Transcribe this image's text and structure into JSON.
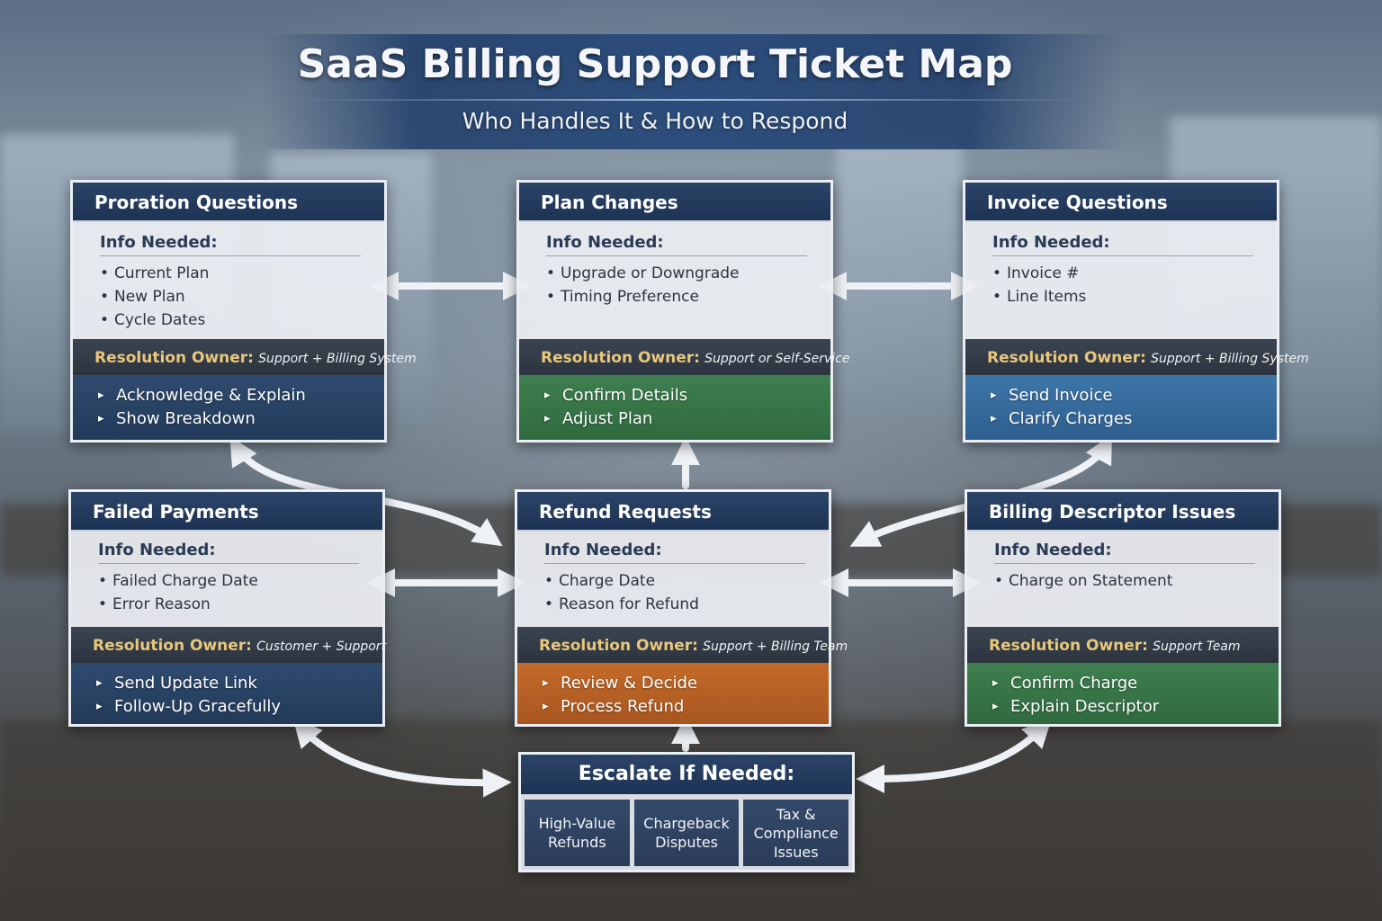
{
  "header": {
    "title": "SaaS Billing Support Ticket Map",
    "subtitle": "Who Handles It & How to Respond"
  },
  "colors": {
    "header_navy": "#1d3354",
    "owner_label": "#e9c77a",
    "action_navy": "#2f4b6e",
    "action_green": "#3f7f4f",
    "action_blue": "#3e76a8",
    "action_orange": "#c46a2a"
  },
  "cards": {
    "proration": {
      "title": "Proration Questions",
      "info_label": "Info Needed:",
      "info": [
        "Current Plan",
        "New Plan",
        "Cycle Dates"
      ],
      "owner_label": "Resolution Owner:",
      "owner": "Support + Billing System",
      "actions": [
        "Acknowledge & Explain",
        "Show Breakdown"
      ]
    },
    "plan_changes": {
      "title": "Plan Changes",
      "info_label": "Info Needed:",
      "info": [
        "Upgrade or Downgrade",
        "Timing Preference"
      ],
      "owner_label": "Resolution Owner:",
      "owner": "Support or Self-Service",
      "actions": [
        "Confirm Details",
        "Adjust Plan"
      ]
    },
    "invoice": {
      "title": "Invoice Questions",
      "info_label": "Info Needed:",
      "info": [
        "Invoice #",
        "Line Items"
      ],
      "owner_label": "Resolution Owner:",
      "owner": "Support + Billing System",
      "actions": [
        "Send Invoice",
        "Clarify Charges"
      ]
    },
    "failed_payments": {
      "title": "Failed Payments",
      "info_label": "Info Needed:",
      "info": [
        "Failed Charge Date",
        "Error Reason"
      ],
      "owner_label": "Resolution Owner:",
      "owner": "Customer + Support",
      "actions": [
        "Send Update Link",
        "Follow-Up Gracefully"
      ]
    },
    "refund": {
      "title": "Refund Requests",
      "info_label": "Info Needed:",
      "info": [
        "Charge Date",
        "Reason for Refund"
      ],
      "owner_label": "Resolution Owner:",
      "owner": "Support + Billing Team",
      "actions": [
        "Review & Decide",
        "Process Refund"
      ]
    },
    "descriptor": {
      "title": "Billing Descriptor Issues",
      "info_label": "Info Needed:",
      "info": [
        "Charge on Statement"
      ],
      "owner_label": "Resolution Owner:",
      "owner": "Support Team",
      "actions": [
        "Confirm Charge",
        "Explain Descriptor"
      ]
    }
  },
  "escalate": {
    "title": "Escalate If Needed:",
    "items": [
      "High-Value Refunds",
      "Chargeback Disputes",
      "Tax & Compliance Issues"
    ]
  }
}
